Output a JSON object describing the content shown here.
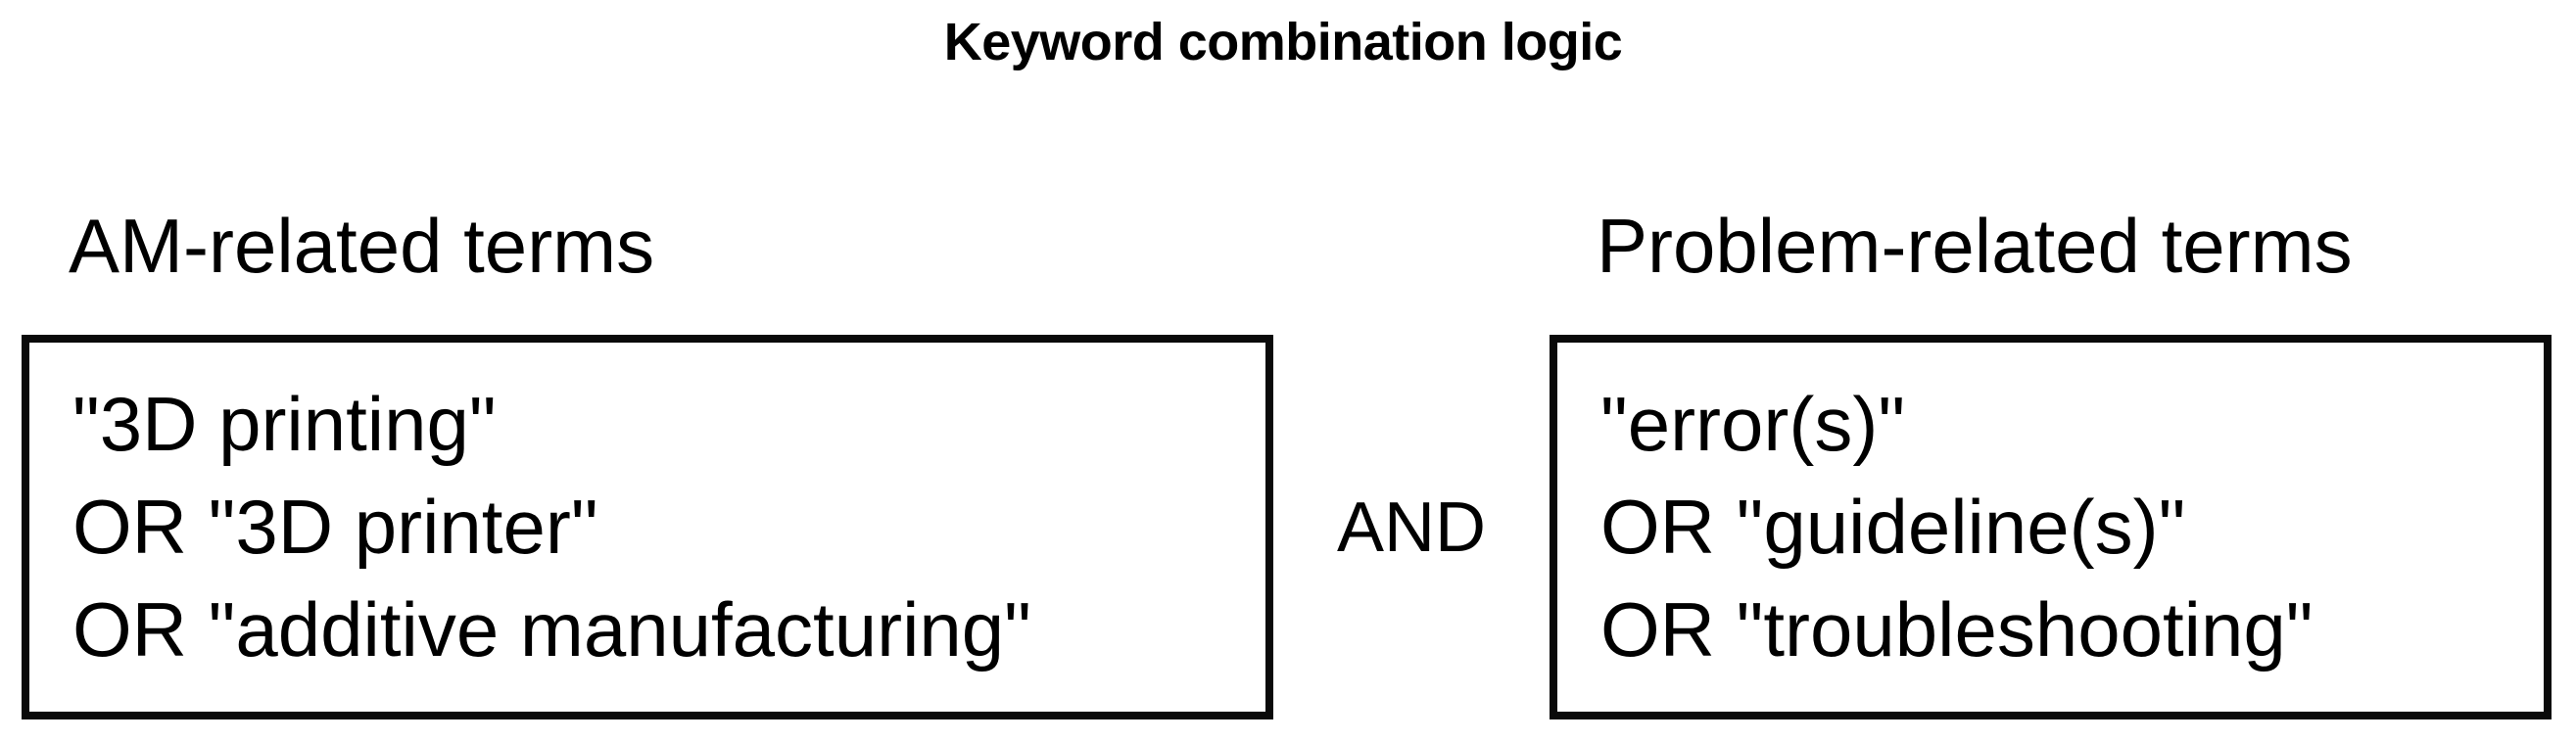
{
  "figure": {
    "title": "Keyword combination logic",
    "background_color": "#ffffff",
    "text_color": "#000000",
    "border_color": "#0a0a0a"
  },
  "operator": {
    "label": "AND"
  },
  "groups": [
    {
      "header": "AM-related terms",
      "lines": [
        "\"3D printing\"",
        "OR \"3D printer\"",
        "OR \"additive manufacturing\""
      ]
    },
    {
      "header": "Problem-related terms",
      "lines": [
        "\"error(s)\"",
        "OR \"guideline(s)\"",
        "OR \"troubleshooting\""
      ]
    }
  ]
}
